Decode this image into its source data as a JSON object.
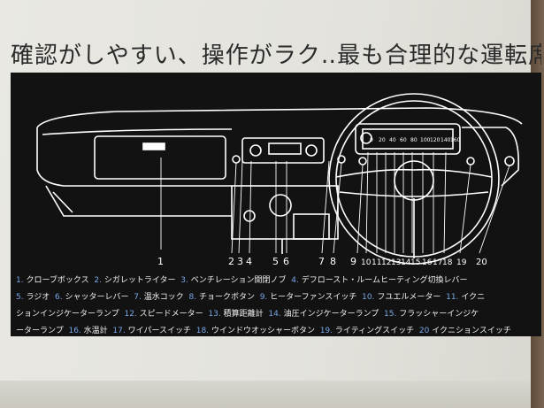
{
  "headline": "確認がしやすい、操作がラク‥最も合理的な運転席",
  "callout_numbers": [
    "1",
    "2",
    "3",
    "4",
    "5",
    "6",
    "7",
    "8",
    "9",
    "10",
    "11",
    "12",
    "13",
    "14",
    "15",
    "16",
    "17",
    "18",
    "19",
    "20"
  ],
  "legend_rows": [
    [
      {
        "n": "1.",
        "t": "クローブボックス"
      },
      {
        "n": "2.",
        "t": "シガレットライター"
      },
      {
        "n": "3.",
        "t": "ベンチレーション開閉ノブ"
      },
      {
        "n": "4.",
        "t": "デフロースト・ルームヒーティング切換レバー"
      }
    ],
    [
      {
        "n": "5.",
        "t": "ラジオ"
      },
      {
        "n": "6.",
        "t": "シャッターレバー"
      },
      {
        "n": "7.",
        "t": "温水コック"
      },
      {
        "n": "8.",
        "t": "チョークボタン"
      },
      {
        "n": "9.",
        "t": "ヒーターファンスイッチ"
      },
      {
        "n": "10.",
        "t": "フユエルメーター"
      },
      {
        "n": "11.",
        "t": "イクニ"
      }
    ],
    [
      {
        "n": "",
        "t": "ションインジケーターランプ"
      },
      {
        "n": "12.",
        "t": "スピードメーター"
      },
      {
        "n": "13.",
        "t": "積算距離計"
      },
      {
        "n": "14.",
        "t": "油圧インジケーターランプ"
      },
      {
        "n": "15.",
        "t": "フラッシャーインジケ"
      }
    ],
    [
      {
        "n": "",
        "t": "ーターランプ"
      },
      {
        "n": "16.",
        "t": "水温計"
      },
      {
        "n": "17.",
        "t": "ワイパースイッチ"
      },
      {
        "n": "18.",
        "t": "ウインドウオッシャーボタン"
      },
      {
        "n": "19.",
        "t": "ライティングスイッチ"
      },
      {
        "n": "20",
        "t": "イクニションスイッチ"
      }
    ]
  ],
  "speedometer_ticks": [
    "0",
    "20",
    "40",
    "60",
    "80",
    "100",
    "120",
    "140",
    "160"
  ]
}
